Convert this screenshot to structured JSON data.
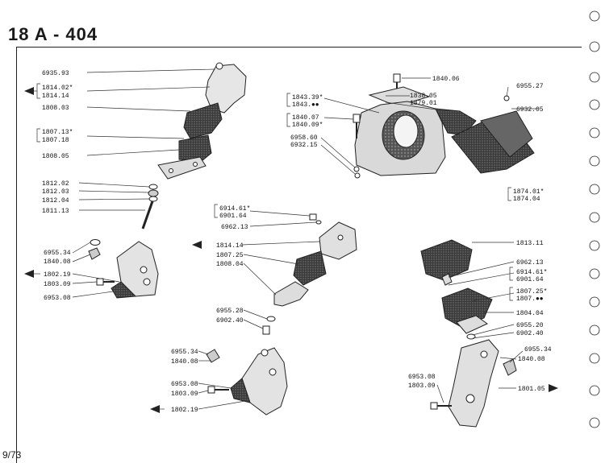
{
  "header": {
    "title": "18 A - 404"
  },
  "footer": {
    "page": "9/73"
  },
  "labels": {
    "top_left": {
      "l6935_93": "6935.93",
      "l1814_02": "1814.02*",
      "l1814_14": "1814.14",
      "l1808_03": "1808.03",
      "l1807_13": "1807.13*",
      "l1807_18": "1807.18",
      "l1808_05": "1808.05",
      "l1812_02": "1812.02",
      "l1812_03": "1812.03",
      "l1812_04": "1812.04",
      "l1811_13": "1811.13"
    },
    "top_right": {
      "l1840_06": "1840.06",
      "l6955_27": "6955.27",
      "l1843_39": "1843.39*",
      "l1843_bb": "1843.●●",
      "l1838_05": "1838.05",
      "l1879_01": "1879.01",
      "l6932_05": "6932.05",
      "l1840_07": "1840.07",
      "l1840_09": "1840.09*",
      "l6958_60": "6958.60",
      "l6932_15": "6932.15",
      "l1874_01": "1874.01*",
      "l1874_04": "1874.04"
    },
    "left_bracket": {
      "l6955_34": "6955.34",
      "l1840_08": "1840.08",
      "l1802_19": "1802.19",
      "l1803_09": "1803.09",
      "l6953_08": "6953.08"
    },
    "center": {
      "l6914_61": "6914.61*",
      "l6901_64": "6901.64",
      "l6962_13": "6962.13",
      "l1814_14": "1814.14",
      "l1807_25": "1807.25",
      "l1808_04": "1808.04",
      "l6955_28": "6955.28",
      "l6902_40": "6902.40"
    },
    "bottom_center": {
      "l6955_34": "6955.34",
      "l1840_08": "1840.08",
      "l6953_08": "6953.08",
      "l1803_09": "1803.09",
      "l1802_19": "1802.19"
    },
    "right_group": {
      "l1813_11": "1813.11",
      "l6962_13": "6962.13",
      "l6914_61": "6914.61*",
      "l6901_64": "6901.64",
      "l1807_25": "1807.25*",
      "l1807_bb": "1807.●●",
      "l1804_04": "1804.04",
      "l6955_20": "6955.20",
      "l6902_40": "6902.40",
      "l6955_34": "6955.34",
      "l1840_08": "1840.08",
      "l6953_08": "6953.08",
      "l1803_09": "1803.09",
      "l1801_05": "1801.05"
    }
  }
}
